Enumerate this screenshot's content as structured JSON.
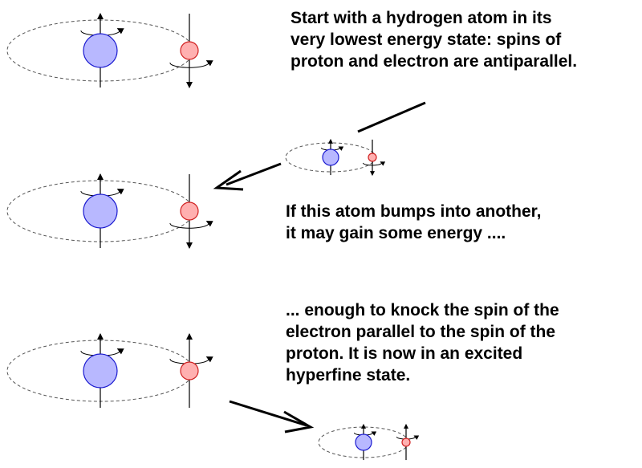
{
  "captions": {
    "step1": [
      "Start with a hydrogen atom in its",
      "very lowest energy state: spins of",
      "proton and electron are antiparallel."
    ],
    "step2": [
      "If this atom bumps into another,",
      "it may gain some energy ...."
    ],
    "step3": [
      "... enough to knock the spin of the",
      "electron parallel to the spin of the",
      "proton.  It is now in an excited",
      "hyperfine state."
    ]
  },
  "colors": {
    "proton_fill": "#b8b8ff",
    "proton_stroke": "#1a1ad0",
    "electron_fill": "#ffb0b0",
    "electron_stroke": "#d02020",
    "orbit": "#555555",
    "arrow": "#000000"
  },
  "atoms": [
    {
      "name": "atom-ground-state",
      "electron_spin": "down"
    },
    {
      "name": "atom-colliding",
      "electron_spin": "down"
    },
    {
      "name": "atom-energized",
      "electron_spin": "down"
    },
    {
      "name": "atom-excited-hyperfine",
      "electron_spin": "up"
    },
    {
      "name": "atom-emitter-small",
      "electron_spin": "up"
    }
  ]
}
